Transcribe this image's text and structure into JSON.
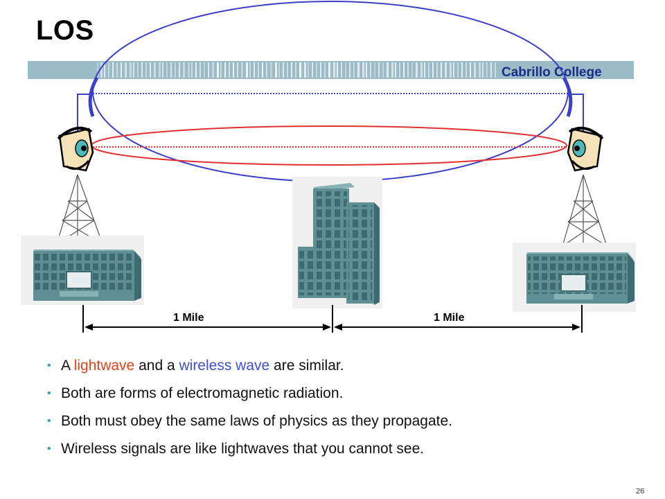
{
  "slide": {
    "title": "LOS",
    "college": "Cabrillo College",
    "page_number": "26"
  },
  "colors": {
    "header_band": "#9bbcc6",
    "fresnel_outer": "#3b3fc6",
    "fresnel_inner": "#e23030",
    "building": "#5f8e93",
    "bullet": "#1fa3b5"
  },
  "diagram": {
    "distance_left": "1 Mile",
    "distance_right": "1 Mile"
  },
  "bullets": [
    {
      "parts": [
        "A ",
        "lightwave",
        " and a ",
        "wireless wave",
        " are similar."
      ]
    },
    {
      "text": "Both are forms of electromagnetic radiation."
    },
    {
      "text": "Both must obey the same laws of physics as they propagate."
    },
    {
      "text": "Wireless signals are like lightwaves that you cannot see."
    }
  ]
}
